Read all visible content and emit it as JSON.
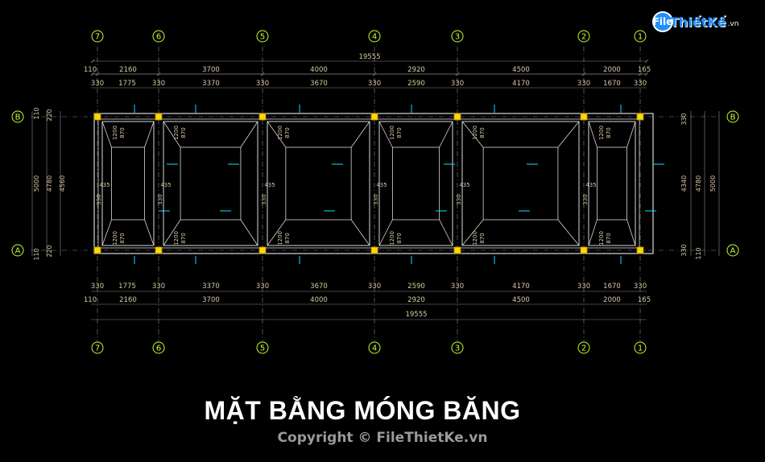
{
  "drawing": {
    "title": "MẶT BẰNG MÓNG BĂNG",
    "copyright": "Copyright © FileThietKe.vn",
    "logo": {
      "mark": "File",
      "name": "ThiếtKế",
      "suffix": ".vn"
    },
    "axes_columns": [
      "7",
      "6",
      "5",
      "4",
      "3",
      "2",
      "1"
    ],
    "axes_rows": [
      "B",
      "A"
    ],
    "dim_total": "19555",
    "dim_top_row1": [
      "110",
      "2160",
      "3700",
      "4000",
      "2920",
      "4500",
      "2000",
      "165"
    ],
    "dim_top_row2": [
      "330",
      "1775",
      "330",
      "3370",
      "330",
      "3670",
      "330",
      "2590",
      "330",
      "4170",
      "330",
      "1670",
      "330"
    ],
    "dim_left": [
      "110",
      "220",
      "5000",
      "4780",
      "4560",
      "220",
      "110"
    ],
    "dim_right": [
      "330",
      "4780",
      "4340",
      "5000",
      "330",
      "110"
    ],
    "dim_inner": [
      "1200",
      "870",
      "330",
      "435"
    ],
    "colors": {
      "axis": "#c8ff32",
      "column": "#ffd700",
      "beam": "#d8d8d8",
      "dim_line": "#8a8a8a",
      "dim_text": "#d9c9a3",
      "tag": "#00e5ff"
    }
  }
}
